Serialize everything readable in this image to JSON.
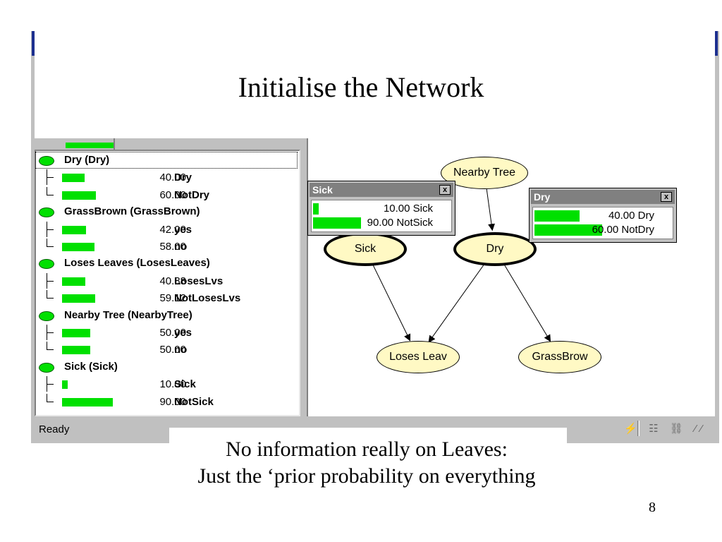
{
  "slide": {
    "title": "Initialise the Network",
    "caption_line1": "No information really on Leaves:",
    "caption_line2": "Just the ‘prior probability on everything",
    "page_number": "8"
  },
  "colors": {
    "bar": "#00e000",
    "node_fill": "#fff9c4",
    "frame": "#c0c0c0",
    "popup_title": "#808080"
  },
  "tree": {
    "nodes": [
      {
        "label": "Dry  (Dry)",
        "states": [
          {
            "value": "40.00",
            "name": "Dry",
            "fraction": 0.4
          },
          {
            "value": "60.00",
            "name": "NotDry",
            "fraction": 0.6
          }
        ]
      },
      {
        "label": "GrassBrown  (GrassBrown)",
        "states": [
          {
            "value": "42.00",
            "name": "yes",
            "fraction": 0.42
          },
          {
            "value": "58.00",
            "name": "no",
            "fraction": 0.58
          }
        ]
      },
      {
        "label": "Loses Leaves  (LosesLeaves)",
        "states": [
          {
            "value": "40.88",
            "name": "LosesLvs",
            "fraction": 0.4088
          },
          {
            "value": "59.12",
            "name": "NotLosesLvs",
            "fraction": 0.5912
          }
        ]
      },
      {
        "label": "Nearby Tree  (NearbyTree)",
        "states": [
          {
            "value": "50.00",
            "name": "yes",
            "fraction": 0.5
          },
          {
            "value": "50.00",
            "name": "no",
            "fraction": 0.5
          }
        ]
      },
      {
        "label": "Sick  (Sick)",
        "states": [
          {
            "value": "10.00",
            "name": "Sick",
            "fraction": 0.1
          },
          {
            "value": "90.00",
            "name": "NotSick",
            "fraction": 0.9
          }
        ]
      }
    ]
  },
  "graph": {
    "nodes": [
      {
        "id": "nearby",
        "label": "Nearby Tree",
        "bold_border": false
      },
      {
        "id": "sick",
        "label": "Sick",
        "bold_border": true
      },
      {
        "id": "dry",
        "label": "Dry",
        "bold_border": true
      },
      {
        "id": "loses",
        "label": "Loses Leav",
        "bold_border": false
      },
      {
        "id": "grass",
        "label": "GrassBrow",
        "bold_border": false
      }
    ],
    "edges": [
      {
        "from": "nearby",
        "to": "dry"
      },
      {
        "from": "sick",
        "to": "loses"
      },
      {
        "from": "dry",
        "to": "loses"
      },
      {
        "from": "dry",
        "to": "grass"
      }
    ]
  },
  "popups": {
    "sick": {
      "title": "Sick",
      "close": "x",
      "rows": [
        {
          "text": "10.00 Sick",
          "fraction": 0.1
        },
        {
          "text": "90.00 NotSick",
          "fraction": 0.9
        }
      ]
    },
    "dry": {
      "title": "Dry",
      "close": "x",
      "rows": [
        {
          "text": "40.00 Dry",
          "fraction": 0.4
        },
        {
          "text": "60.00 NotDry",
          "fraction": 0.6
        }
      ]
    }
  },
  "status": {
    "text": "Ready",
    "icons": [
      "lightning-icon",
      "grid-icon",
      "network-icon",
      "resize-grip-icon"
    ],
    "icon_glyphs": "⚡ ☷ ⛓ ⁄⁄"
  }
}
